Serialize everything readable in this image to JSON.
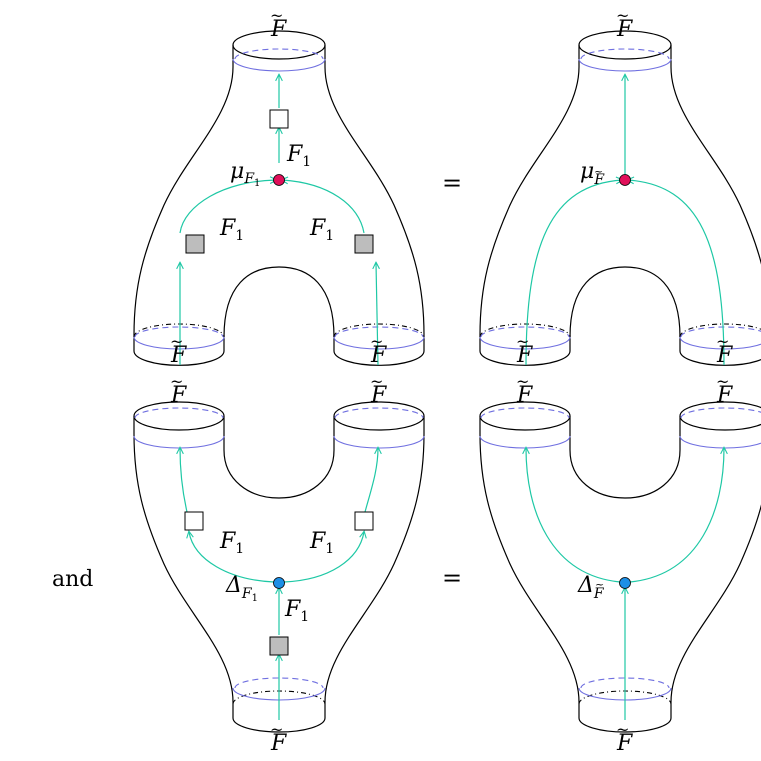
{
  "colors": {
    "outline": "#000000",
    "boundary_circle": "#6f6fe0",
    "string": "#1ec8a5",
    "mult_node": "#e0105a",
    "comult_node": "#1c8fe6",
    "gray_box": "#bdbdbd",
    "white_box": "#ffffff"
  },
  "labels": {
    "F_base": "F",
    "tilde": "~",
    "F1_base": "F",
    "F1_sub": "1",
    "mu": "μ",
    "delta": "Δ",
    "equals": "=",
    "and": "and"
  },
  "panels": [
    {
      "id": "mult-lhs",
      "nodes": "mu",
      "subscript": "F1",
      "boxes": [
        "white",
        "gray",
        "gray"
      ]
    },
    {
      "id": "mult-rhs",
      "nodes": "mu",
      "subscript": "F-tilde",
      "boxes": []
    },
    {
      "id": "comult-lhs",
      "nodes": "delta",
      "subscript": "F1",
      "boxes": [
        "white",
        "white",
        "gray"
      ]
    },
    {
      "id": "comult-rhs",
      "nodes": "delta",
      "subscript": "F-tilde",
      "boxes": []
    }
  ]
}
